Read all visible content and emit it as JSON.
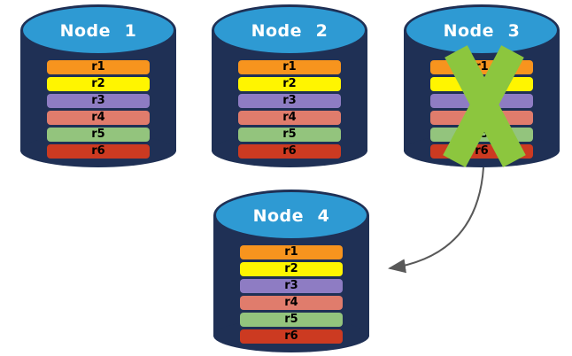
{
  "diagram": {
    "nodes": [
      {
        "label": "Node 1",
        "rows": [
          "r1",
          "r2",
          "r3",
          "r4",
          "r5",
          "r6"
        ],
        "status": "active"
      },
      {
        "label": "Node 2",
        "rows": [
          "r1",
          "r2",
          "r3",
          "r4",
          "r5",
          "r6"
        ],
        "status": "active"
      },
      {
        "label": "Node 3",
        "rows": [
          "r1",
          "r2",
          "r3",
          "r4",
          "r5",
          "r6"
        ],
        "status": "failed"
      },
      {
        "label": "Node 4",
        "rows": [
          "r1",
          "r2",
          "r3",
          "r4",
          "r5",
          "r6"
        ],
        "status": "active"
      }
    ],
    "row_colors": [
      "#F7941E",
      "#FFF500",
      "#8E7CC3",
      "#E07C6C",
      "#93C47D",
      "#CC3A21"
    ],
    "colors": {
      "cylinder_body": "#1F3055",
      "cylinder_top": "#2E9AD3",
      "x_mark": "#8CC63E",
      "arrow": "#595959"
    }
  }
}
